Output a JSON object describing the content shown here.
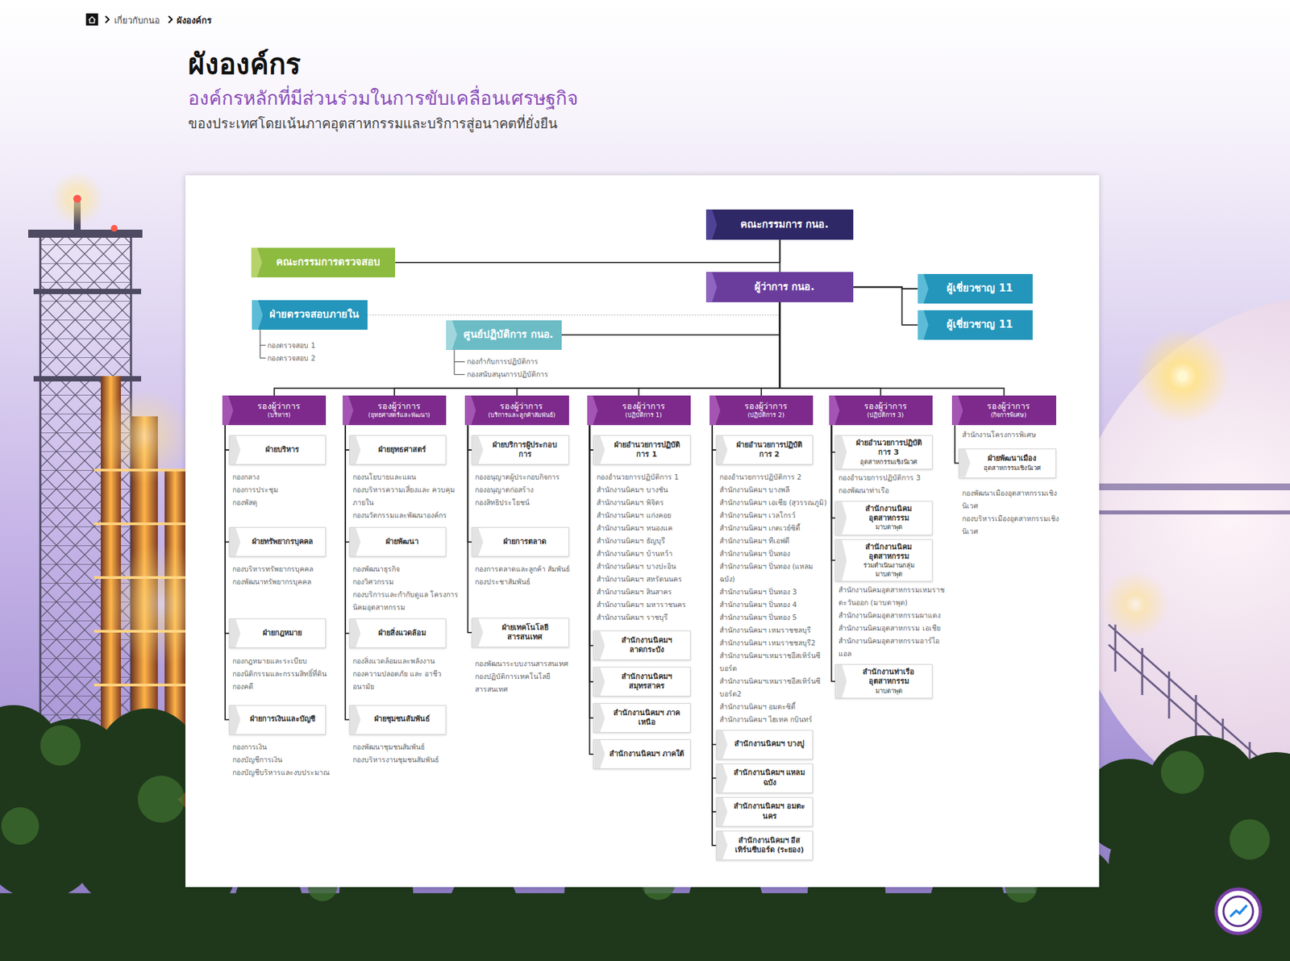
{
  "diagram": {
    "title": "ผังองค์กร",
    "nodes": [
      {
        "text": [
          "คณะกรรมการ กนอ."
        ]
      },
      {
        "text": [
          "คณะกรรมการตรวจสอบ"
        ]
      },
      {
        "text": [
          "ผู้ว่าการ กนอ."
        ]
      },
      {
        "text": [
          "ผู้เชี่ยวชาญ 11"
        ]
      },
      {
        "text": [
          "ผู้เชี่ยวชาญ 11"
        ]
      },
      {
        "text": [
          "ฝ่ายตรวจสอบภายใน"
        ]
      },
      {
        "text": [
          "ศูนย์ปฏิบัติการ กนอ."
        ]
      },
      {
        "text": [
          "รองผู้ว่าการ",
          "(บริหาร)"
        ]
      },
      {
        "text": [
          "รองผู้ว่าการ",
          "(ยุทธศาสตร์และพัฒนา)"
        ]
      },
      {
        "text": [
          "รองผู้ว่าการ",
          "(บริการและลูกค้าสัมพันธ์)"
        ]
      },
      {
        "text": [
          "รองผู้ว่าการ",
          "(ปฏิบัติการ 1)"
        ]
      },
      {
        "text": [
          "รองผู้ว่าการ",
          "(ปฏิบัติการ 2)"
        ]
      },
      {
        "text": [
          "รองผู้ว่าการ",
          "(ปฏิบัติการ 3)"
        ]
      },
      {
        "text": [
          "รองผู้ว่าการ",
          "(กิจการพิเศษ)"
        ]
      },
      {
        "text": [
          "ฝ่ายบริหาร"
        ]
      },
      {
        "text": [
          "ฝ่ายทรัพยากรบุคคล"
        ]
      },
      {
        "text": [
          "ฝ่ายกฎหมาย"
        ]
      },
      {
        "text": [
          "ฝ่ายการเงินและบัญชี"
        ]
      },
      {
        "text": [
          "ฝ่ายยุทธศาสตร์"
        ]
      },
      {
        "text": [
          "ฝ่ายพัฒนา"
        ]
      },
      {
        "text": [
          "ฝ่ายสิ่งแวดล้อม"
        ]
      },
      {
        "text": [
          "ฝ่ายชุมชนสัมพันธ์"
        ]
      },
      {
        "text": [
          "ฝ่ายบริการผู้ประกอบการ"
        ]
      },
      {
        "text": [
          "ฝ่ายการตลาด"
        ]
      },
      {
        "text": [
          "ฝ่ายเทคโนโลยีสารสนเทศ"
        ]
      },
      {
        "text": [
          "ฝ่ายอำนวยการปฏิบัติการ 1"
        ]
      },
      {
        "text": [
          "สำนักงานนิคมฯ ลาดกระบัง"
        ]
      },
      {
        "text": [
          "สำนักงานนิคมฯ สมุทรสาคร"
        ]
      },
      {
        "text": [
          "สำนักงานนิคมฯ ภาคเหนือ"
        ]
      },
      {
        "text": [
          "สำนักงานนิคมฯ ภาคใต้"
        ]
      },
      {
        "text": [
          "ฝ่ายอำนวยการปฏิบัติการ 2"
        ]
      },
      {
        "text": [
          "สำนักงานนิคมฯ บางปู"
        ]
      },
      {
        "text": [
          "สำนักงานนิคมฯ แหลมฉบัง"
        ]
      },
      {
        "text": [
          "สำนักงานนิคมฯ อมตะนคร"
        ]
      },
      {
        "text": [
          "สำนักงานนิคมฯ อีสเทิร์นซีบอร์ด (ระยอง)"
        ]
      },
      {
        "text": [
          "ฝ่ายอำนวยการปฏิบัติการ 3",
          "อุตสาหกรรมเชิงนิเวศ"
        ]
      },
      {
        "text": [
          "สำนักงานนิคมอุตสาหกรรม",
          "มาบตาพุด"
        ]
      },
      {
        "text": [
          "สำนักงานนิคมอุตสาหกรรม",
          "ร่วมดำเนินงานกลุ่มมาบตาพุด"
        ]
      },
      {
        "text": [
          "สำนักงานท่าเรืออุตสาหกรรม",
          "มาบตาพุด"
        ]
      },
      {
        "text": [
          "ฝ่ายพัฒนาเมือง",
          "อุตสาหกรรมเชิงนิเวศ"
        ]
      }
    ],
    "edges": [
      {
        "from": 0,
        "to": 2,
        "arrow": "none"
      },
      {
        "from": 0,
        "to": 1,
        "arrow": "none"
      },
      {
        "from": 2,
        "to": 3,
        "arrow": "none"
      },
      {
        "from": 2,
        "to": 4,
        "arrow": "none"
      },
      {
        "from": 2,
        "to": 5,
        "arrow": "none"
      },
      {
        "from": 2,
        "to": 6,
        "arrow": "none"
      },
      {
        "from": 2,
        "to": 7,
        "arrow": "none"
      },
      {
        "from": 2,
        "to": 8,
        "arrow": "none"
      },
      {
        "from": 2,
        "to": 9,
        "arrow": "none"
      },
      {
        "from": 2,
        "to": 10,
        "arrow": "none"
      },
      {
        "from": 2,
        "to": 11,
        "arrow": "none"
      },
      {
        "from": 2,
        "to": 12,
        "arrow": "none"
      },
      {
        "from": 2,
        "to": 13,
        "arrow": "none"
      },
      {
        "from": 7,
        "to": 14,
        "arrow": "none"
      },
      {
        "from": 7,
        "to": 15,
        "arrow": "none"
      },
      {
        "from": 7,
        "to": 16,
        "arrow": "none"
      },
      {
        "from": 7,
        "to": 17,
        "arrow": "none"
      },
      {
        "from": 8,
        "to": 18,
        "arrow": "none"
      },
      {
        "from": 8,
        "to": 19,
        "arrow": "none"
      },
      {
        "from": 8,
        "to": 20,
        "arrow": "none"
      },
      {
        "from": 8,
        "to": 21,
        "arrow": "none"
      },
      {
        "from": 9,
        "to": 22,
        "arrow": "none"
      },
      {
        "from": 9,
        "to": 23,
        "arrow": "none"
      },
      {
        "from": 9,
        "to": 24,
        "arrow": "none"
      },
      {
        "from": 10,
        "to": 25,
        "arrow": "none"
      },
      {
        "from": 10,
        "to": 26,
        "arrow": "none"
      },
      {
        "from": 10,
        "to": 27,
        "arrow": "none"
      },
      {
        "from": 10,
        "to": 28,
        "arrow": "none"
      },
      {
        "from": 10,
        "to": 29,
        "arrow": "none"
      },
      {
        "from": 11,
        "to": 30,
        "arrow": "none"
      },
      {
        "from": 11,
        "to": 31,
        "arrow": "none"
      },
      {
        "from": 11,
        "to": 32,
        "arrow": "none"
      },
      {
        "from": 11,
        "to": 33,
        "arrow": "none"
      },
      {
        "from": 11,
        "to": 34,
        "arrow": "none"
      },
      {
        "from": 12,
        "to": 35,
        "arrow": "none"
      },
      {
        "from": 12,
        "to": 36,
        "arrow": "none"
      },
      {
        "from": 12,
        "to": 37,
        "arrow": "none"
      },
      {
        "from": 12,
        "to": 38,
        "arrow": "none"
      },
      {
        "from": 13,
        "to": 39,
        "arrow": "none"
      }
    ],
    "labels": [
      "เกี่ยวกับกนอ",
      "ผังองค์กร",
      "องค์กรหลักที่มีส่วนร่วมในการขับเคลื่อนเศรษฐกิจ",
      "ของประเทศโดยเน้นภาคอุตสาหกรรมและบริการสู่อนาคตที่ยั่งยืน",
      "กองตรวจสอบ 1",
      "กองตรวจสอบ 2",
      "กองกำกับการปฏิบัติการ",
      "กองสนับสนุนการปฏิบัติการ",
      "กองกลาง",
      "กองการประชุม",
      "กองพัสดุ",
      "กองบริหารทรัพยากรบุคคล",
      "กองพัฒนาทรัพยากรบุคคล",
      "กองกฎหมายและระเบียบ",
      "กองนิติกรรมและกรรมสิทธิ์ที่ดิน",
      "กองคดี",
      "กองการเงิน",
      "กองบัญชีการเงิน",
      "กองบัญชีบริหารและงบประมาณ",
      "กองนโยบายและแผน",
      "กองบริหารความเสี่ยงและ ควบคุมภายใน",
      "กองนวัตกรรมและพัฒนาองค์กร",
      "กองพัฒนาธุรกิจ",
      "กองวิศวกรรม",
      "กองบริการและกำกับดูแล โครงการนิคมอุตสาหกรรม",
      "กองสิ่งแวดล้อมและพลังงาน",
      "กองความปลอดภัย และ อาชีวอนามัย",
      "กองพัฒนาชุมชนสัมพันธ์",
      "กองบริหารงานชุมชนสัมพันธ์",
      "กองอนุญาตผู้ประกอบกิจการ",
      "กองอนุญาตก่อสร้าง",
      "กองสิทธิประโยชน์",
      "กองการตลาดและลูกค้า สัมพันธ์",
      "กองประชาสัมพันธ์",
      "กองพัฒนาระบบงานสารสนเทศ",
      "กองปฏิบัติการเทคโนโลยี สารสนเทศ",
      "กองอำนวยการปฏิบัติการ 1",
      "สำนักงานนิคมฯ บางชัน",
      "สำนักงานนิคมฯ พิจิตร",
      "สำนักงานนิคมฯ แก่งคอย",
      "สำนักงานนิคมฯ หนองแค",
      "สำนักงานนิคมฯ ธัญบุรี",
      "สำนักงานนิคมฯ บ้านหว้า",
      "สำนักงานนิคมฯ บางปะอิน",
      "สำนักงานนิคมฯ สหรัตนนคร",
      "สำนักงานนิคมฯ สินสาคร",
      "สำนักงานนิคมฯ มหาราชนคร",
      "สำนักงานนิคมฯ ราชบุรี",
      "กองอำนวยการปฏิบัติการ 2",
      "สำนักงานนิคมฯ บางพลี",
      "สำนักงานนิคมฯ เอเซีย (สุวรรณภูมิ)",
      "สำนักงานนิคมฯ เวลโกรว์",
      "สำนักงานนิคมฯ เกตเวย์ซิตี้",
      "สำนักงานนิคมฯ ทีเอฟดี",
      "สำนักงานนิคมฯ ปิ่นทอง",
      "สำนักงานนิคมฯ ปิ่นทอง (แหลมฉบัง)",
      "สำนักงานนิคมฯ ปิ่นทอง 3",
      "สำนักงานนิคมฯ ปิ่นทอง 4",
      "สำนักงานนิคมฯ ปิ่นทอง 5",
      "สำนักงานนิคมฯ เหมราชชลบุรี",
      "สำนักงานนิคมฯ เหมราชชลบุรี2",
      "สำนักงานนิคมฯเหมราชอีสเทิร์นซีบอร์ด",
      "สำนักงานนิคมฯเหมราชอีสเทิร์นซีบอร์ด2",
      "สำนักงานนิคมฯ อมตะซิตี้",
      "สำนักงานนิคมฯ ไฮเทค กบินทร์",
      "กองอำนวยการปฏิบัติการ 3",
      "กองพัฒนาท่าเรือ",
      "สำนักงานนิคมอุตสาหกรรมเหมราช ตะวันออก (มาบตาพุด)",
      "สำนักงานนิคมอุตสาหกรรมผาแดง",
      "สำนักงานนิคมอุตสาหกรรม เอเชีย",
      "สำนักงานนิคมอุตสาหกรรมอาร์ไอ แอล",
      "สำนักงานโครงการพิเศษ",
      "กองพัฒนาเมืองอุตสาหกรรมเชิงนิเวศ",
      "กองบริหารเมืองอุตสาหกรรมเชิงนิเวศ"
    ]
  }
}
